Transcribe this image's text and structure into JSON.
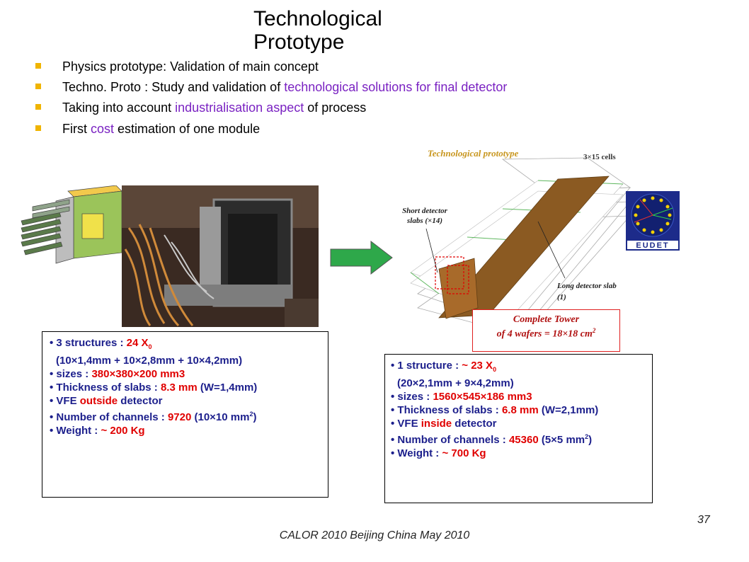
{
  "title": "Technological Prototype",
  "bullets": [
    {
      "pre": "Physics prototype: Validation of main concept",
      "hl": "",
      "post": ""
    },
    {
      "pre": "Techno. Proto : Study and validation of ",
      "hl": "technological solutions for final detector",
      "post": ""
    },
    {
      "pre": "Taking into account ",
      "hl": "industrialisation aspect",
      "post": " of process"
    },
    {
      "pre": "First ",
      "hl": "cost",
      "post": " estimation of one module"
    }
  ],
  "physics_box": {
    "l1_a": "3 structures : ",
    "l1_b": "24 X",
    "l1_sub": "0",
    "l2": "(10×1,4mm + 10×2,8mm + 10×4,2mm)",
    "l3_a": "sizes : ",
    "l3_b": "380×380×200 mm3",
    "l4_a": "Thickness of slabs : ",
    "l4_b": "8.3 mm",
    "l4_c": " (W=1,4mm)",
    "l5_a": "VFE ",
    "l5_b": "outside",
    "l5_c": " detector",
    "l6_a": "Number of channels : ",
    "l6_b": "9720",
    "l6_c": " (10×10 mm",
    "l6_sup": "2",
    "l6_d": ")",
    "l7_a": "Weight : ",
    "l7_b": "~ 200 Kg"
  },
  "techno_box": {
    "l1_a": "1 structure : ",
    "l1_b": "~ 23 X",
    "l1_sub": "0",
    "l2": "(20×2,1mm + 9×4,2mm)",
    "l3_a": "sizes : ",
    "l3_b": "1560×545×186 mm3",
    "l4_a": "Thickness of slabs : ",
    "l4_b": "6.8 mm",
    "l4_c": " (W=2,1mm)",
    "l5_a": "VFE ",
    "l5_b": "inside",
    "l5_c": " detector",
    "l6_a": "Number of channels : ",
    "l6_b": "45360",
    "l6_c": " (5×5 mm",
    "l6_sup": "2",
    "l6_d": ")",
    "l7_a": "Weight : ",
    "l7_b": "~ 700 Kg"
  },
  "diagram": {
    "label_techno": "Technological prototype",
    "label_cells": "3×15 cells",
    "label_short_1": "Short detector",
    "label_short_2": "slabs (×14)",
    "label_long_1": "Long detector slab",
    "label_long_2": "(1)",
    "tower_1": "Complete Tower",
    "tower_2a": "of 4 wafers = 18×18 cm",
    "tower_2sup": "2",
    "logo_text": "EUDET"
  },
  "footer": "CALOR 2010 Beijing China May 2010",
  "page_number": "37",
  "colors": {
    "bullet": "#f0b400",
    "highlight": "#7a22c2",
    "spec_text": "#1c1f8c",
    "spec_red": "#e00000",
    "arrow": "#2ea84a",
    "techno_label": "#c8961e"
  }
}
